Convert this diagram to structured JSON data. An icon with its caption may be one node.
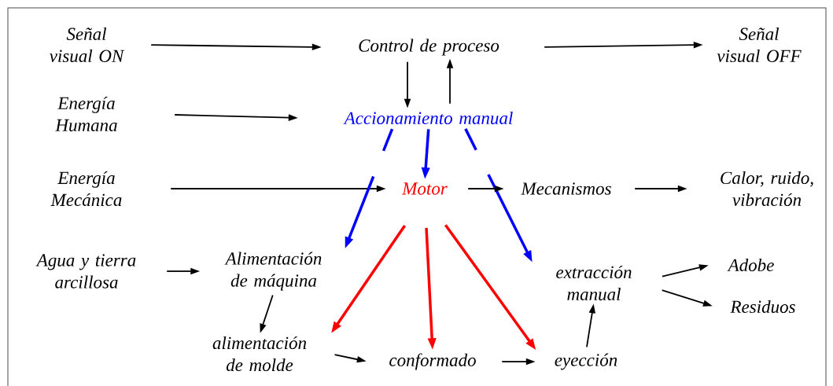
{
  "diagram": {
    "nodes": [
      {
        "text": [
          "Señal visual ON"
        ]
      },
      {
        "text": [
          "Control de proceso"
        ]
      },
      {
        "text": [
          "Señal visual OFF"
        ]
      },
      {
        "text": [
          "Energía Humana"
        ]
      },
      {
        "text": [
          "Accionamiento manual"
        ]
      },
      {
        "text": [
          "Energía Mecánica"
        ]
      },
      {
        "text": [
          "Motor"
        ]
      },
      {
        "text": [
          "Mecanismos"
        ]
      },
      {
        "text": [
          "Calor, ruido, vibración"
        ]
      },
      {
        "text": [
          "Agua y tierra arcillosa"
        ]
      },
      {
        "text": [
          "Alimentación de máquina"
        ]
      },
      {
        "text": [
          "extracción manual"
        ]
      },
      {
        "text": [
          "Adobe"
        ]
      },
      {
        "text": [
          "Residuos"
        ]
      },
      {
        "text": [
          "alimentación de molde"
        ]
      },
      {
        "text": [
          "conformado"
        ]
      },
      {
        "text": [
          "eyección"
        ]
      }
    ],
    "edges": [
      {
        "from": 0,
        "to": 1,
        "arrow": "to"
      },
      {
        "from": 1,
        "to": 2,
        "arrow": "to"
      },
      {
        "from": 1,
        "to": 4,
        "arrow": "to"
      },
      {
        "from": 4,
        "to": 1,
        "arrow": "to"
      },
      {
        "from": 3,
        "to": 4,
        "arrow": "to"
      },
      {
        "from": 5,
        "to": 6,
        "arrow": "to"
      },
      {
        "from": 4,
        "to": 6,
        "arrow": "to",
        "style": "thick",
        "color": "#0000ff"
      },
      {
        "from": 4,
        "to": 10,
        "arrow": "to",
        "style": "dashed",
        "color": "#0000ff"
      },
      {
        "from": 4,
        "to": 11,
        "arrow": "to",
        "style": "dashed",
        "color": "#0000ff"
      },
      {
        "from": 6,
        "to": 7,
        "arrow": "to"
      },
      {
        "from": 7,
        "to": 8,
        "arrow": "to"
      },
      {
        "from": 9,
        "to": 10,
        "arrow": "to"
      },
      {
        "from": 10,
        "to": 14,
        "arrow": "to"
      },
      {
        "from": 14,
        "to": 15,
        "arrow": "to"
      },
      {
        "from": 15,
        "to": 16,
        "arrow": "to"
      },
      {
        "from": 16,
        "to": 11,
        "arrow": "to"
      },
      {
        "from": 11,
        "to": 12,
        "arrow": "to"
      },
      {
        "from": 11,
        "to": 13,
        "arrow": "to"
      },
      {
        "from": 6,
        "to": 14,
        "arrow": "to",
        "style": "thick",
        "color": "#ff0000"
      },
      {
        "from": 6,
        "to": 15,
        "arrow": "to",
        "style": "thick",
        "color": "#ff0000"
      },
      {
        "from": 6,
        "to": 16,
        "arrow": "to",
        "style": "thick",
        "color": "#ff0000"
      }
    ]
  }
}
